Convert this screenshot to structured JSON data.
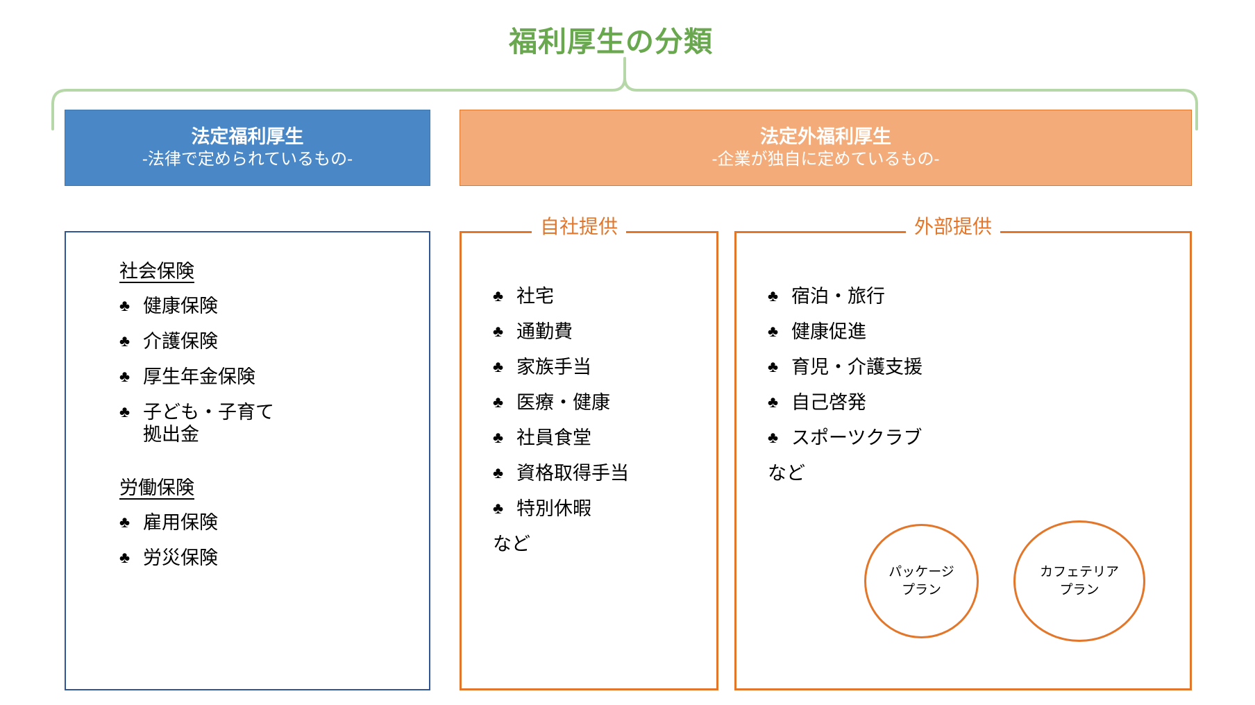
{
  "title": "福利厚生の分類",
  "colors": {
    "title_green": "#6aa84f",
    "brace_green": "#b6d7a8",
    "legal_blue_fill": "#4a87c6",
    "legal_blue_border": "#2f5597",
    "nonlegal_orange_fill": "#f3ab79",
    "nonlegal_orange_border": "#e2762a",
    "text_black": "#000000"
  },
  "bullet_glyph": "♣",
  "banners": {
    "legal": {
      "title": "法定福利厚生",
      "subtitle": "-法律で定められているもの-"
    },
    "nonlegal": {
      "title": "法定外福利厚生",
      "subtitle": "-企業が独自に定めているもの-"
    }
  },
  "legal_box": {
    "sections": [
      {
        "heading": "社会保険",
        "items": [
          "健康保険",
          "介護保険",
          "厚生年金保険",
          "子ども・子育て\n拠出金"
        ]
      },
      {
        "heading": "労働保険",
        "items": [
          "雇用保険",
          "労災保険"
        ]
      }
    ]
  },
  "inhouse_box": {
    "legend": "自社提供",
    "items": [
      "社宅",
      "通勤費",
      "家族手当",
      "医療・健康",
      "社員食堂",
      "資格取得手当",
      "特別休暇"
    ],
    "etc": "など"
  },
  "external_box": {
    "legend": "外部提供",
    "items": [
      "宿泊・旅行",
      "健康促進",
      "育児・介護支援",
      "自己啓発",
      "スポーツクラブ"
    ],
    "etc": "など",
    "plans": [
      {
        "label": "パッケージ\nプラン"
      },
      {
        "label": "カフェテリア\nプラン"
      }
    ]
  }
}
